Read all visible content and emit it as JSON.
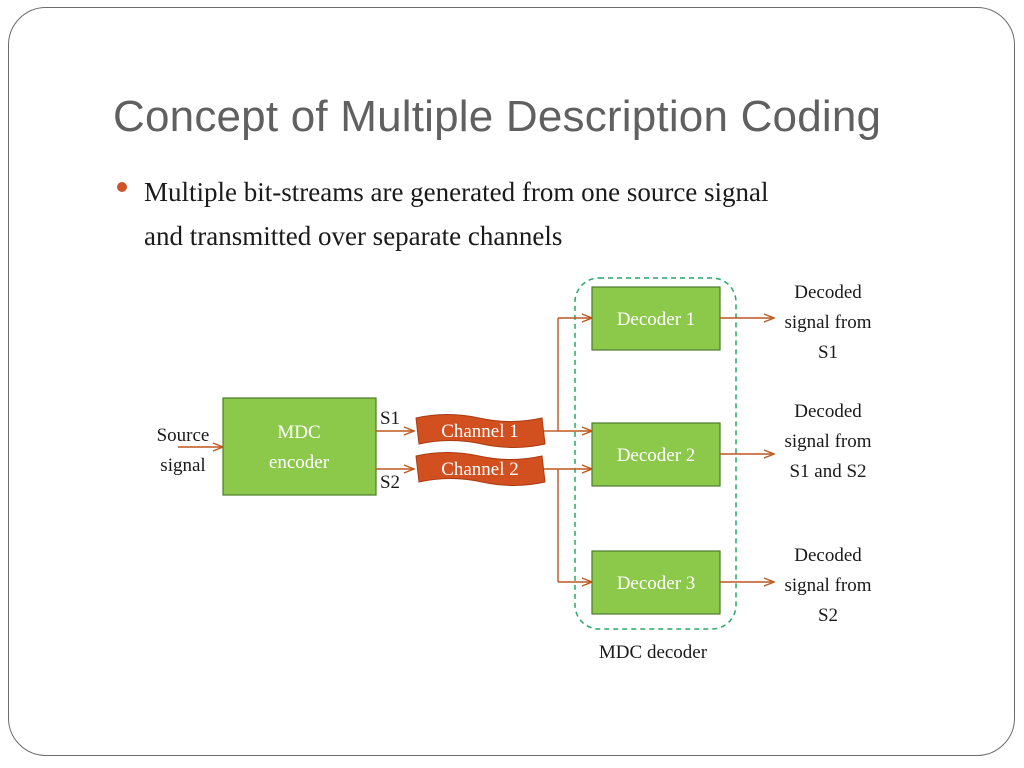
{
  "slide": {
    "title": "Concept of Multiple Description Coding",
    "bullet_lines": [
      "Multiple bit-streams are generated from one source signal",
      "and transmitted over separate channels"
    ]
  },
  "diagram": {
    "source_label": [
      "Source",
      "signal"
    ],
    "encoder_label": [
      "MDC",
      "encoder"
    ],
    "stream_labels": [
      "S1",
      "S2"
    ],
    "channels": [
      "Channel 1",
      "Channel 2"
    ],
    "decoders": [
      "Decoder 1",
      "Decoder 2",
      "Decoder 3"
    ],
    "outputs": [
      [
        "Decoded",
        "signal from",
        "S1"
      ],
      [
        "Decoded",
        "signal from",
        "S1 and S2"
      ],
      [
        "Decoded",
        "signal from",
        "S2"
      ]
    ],
    "decoder_group_label": "MDC decoder"
  },
  "colors": {
    "box_fill": "#8cc94b",
    "box_stroke": "#4c7a2a",
    "channel_fill": "#d2501f",
    "arrow": "#c0561f",
    "dashed_group": "#27a86a",
    "bullet": "#d0542a"
  }
}
